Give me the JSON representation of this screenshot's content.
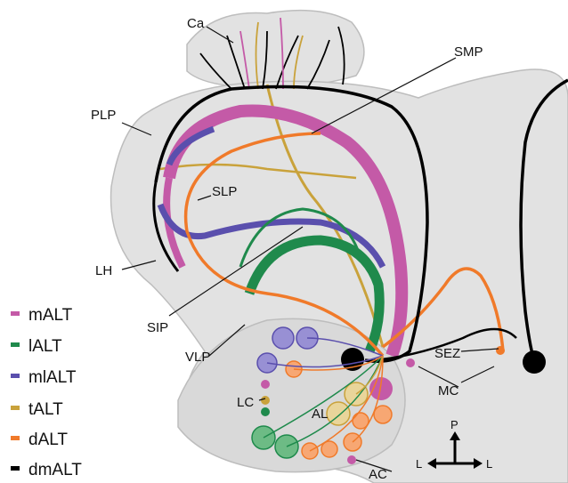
{
  "region_labels": {
    "ca": "Ca",
    "smp": "SMP",
    "plp": "PLP",
    "slp": "SLP",
    "lh": "LH",
    "sip": "SIP",
    "vlp": "VLP",
    "lc": "LC",
    "al": "AL",
    "sez": "SEZ",
    "mc": "MC",
    "ac": "AC"
  },
  "legend": [
    {
      "label": "mALT",
      "color": "#c45aa7"
    },
    {
      "label": "lALT",
      "color": "#1f8a4c"
    },
    {
      "label": "mlALT",
      "color": "#5a4fad"
    },
    {
      "label": "tALT",
      "color": "#c9a23b"
    },
    {
      "label": "dALT",
      "color": "#f07a2a"
    },
    {
      "label": "dmALT",
      "color": "#000000"
    }
  ],
  "axes": {
    "posterior": "P",
    "left": "L",
    "right": "L"
  }
}
